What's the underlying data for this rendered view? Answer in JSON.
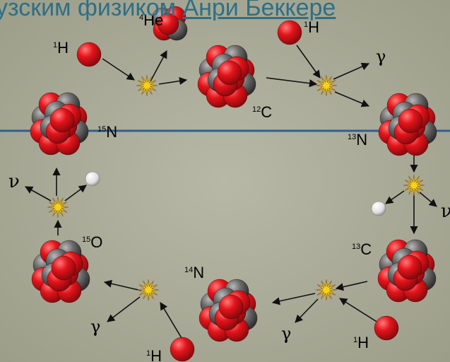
{
  "heading": {
    "text_before": "узским физиком ",
    "link_text": "Анри Беккере"
  },
  "colors": {
    "proton": "#e3141b",
    "neutron": "#6b6b6b",
    "arrow": "#111111",
    "burst": "#f4d21a",
    "slide_line": "#2f5f95",
    "heading_text": "#2e6f85"
  },
  "nuclei": [
    {
      "mass": "12",
      "symbol": "C"
    },
    {
      "mass": "13",
      "symbol": "N"
    },
    {
      "mass": "13",
      "symbol": "C"
    },
    {
      "mass": "14",
      "symbol": "N"
    },
    {
      "mass": "15",
      "symbol": "O"
    },
    {
      "mass": "15",
      "symbol": "N"
    }
  ],
  "helium": {
    "mass": "4",
    "symbol": "He"
  },
  "protons": [
    {
      "mass": "1",
      "symbol": "H"
    },
    {
      "mass": "1",
      "symbol": "H"
    },
    {
      "mass": "1",
      "symbol": "H"
    },
    {
      "mass": "1",
      "symbol": "H"
    }
  ],
  "gammas": [
    "γ",
    "γ",
    "γ"
  ],
  "neutrinos": [
    "ν",
    "ν"
  ]
}
